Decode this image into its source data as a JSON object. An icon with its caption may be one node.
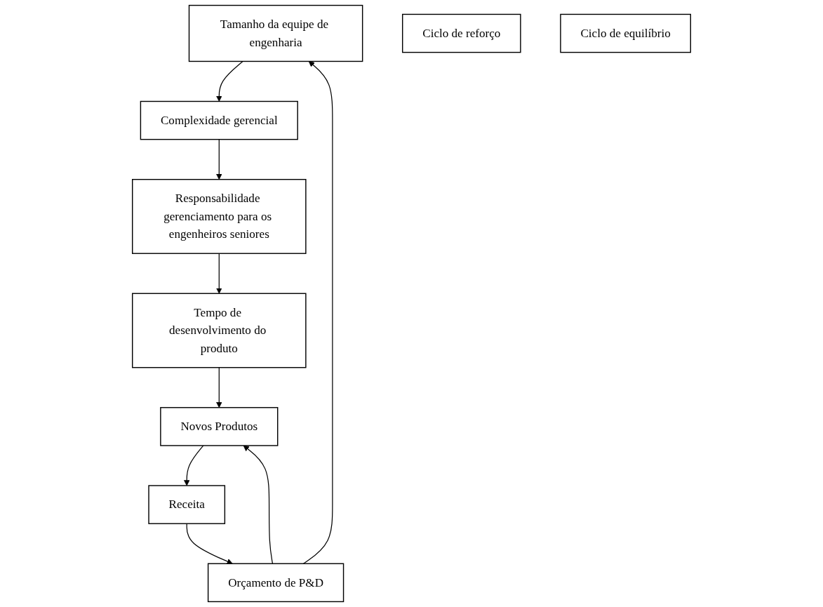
{
  "diagram": {
    "nodes": [
      {
        "text": [
          "Tamanho da equipe de engenharia"
        ]
      },
      {
        "text": [
          "Orçamento de P&D"
        ]
      },
      {
        "text": [
          "Complexidade gerencial"
        ]
      },
      {
        "text": [
          "Receita"
        ]
      },
      {
        "text": [
          "Ciclo de reforço"
        ]
      },
      {
        "text": [
          "Ciclo de equilíbrio"
        ]
      },
      {
        "text": [
          "Novos Produtos"
        ]
      },
      {
        "text": [
          "Responsabilidade gerenciamento para os engenheiros seniores"
        ]
      },
      {
        "text": [
          "Tempo de desenvolvimento do produto"
        ]
      }
    ],
    "edges": [
      {
        "from": 1,
        "to": 0,
        "arrow": "to"
      },
      {
        "from": 0,
        "to": 2,
        "arrow": "to"
      },
      {
        "from": 2,
        "to": 7,
        "arrow": "to"
      },
      {
        "from": 7,
        "to": 8,
        "arrow": "to"
      },
      {
        "from": 8,
        "to": 6,
        "arrow": "to"
      },
      {
        "from": 6,
        "to": 3,
        "arrow": "to"
      },
      {
        "from": 3,
        "to": 1,
        "arrow": "to"
      },
      {
        "from": 1,
        "to": 6,
        "arrow": "to"
      }
    ]
  }
}
